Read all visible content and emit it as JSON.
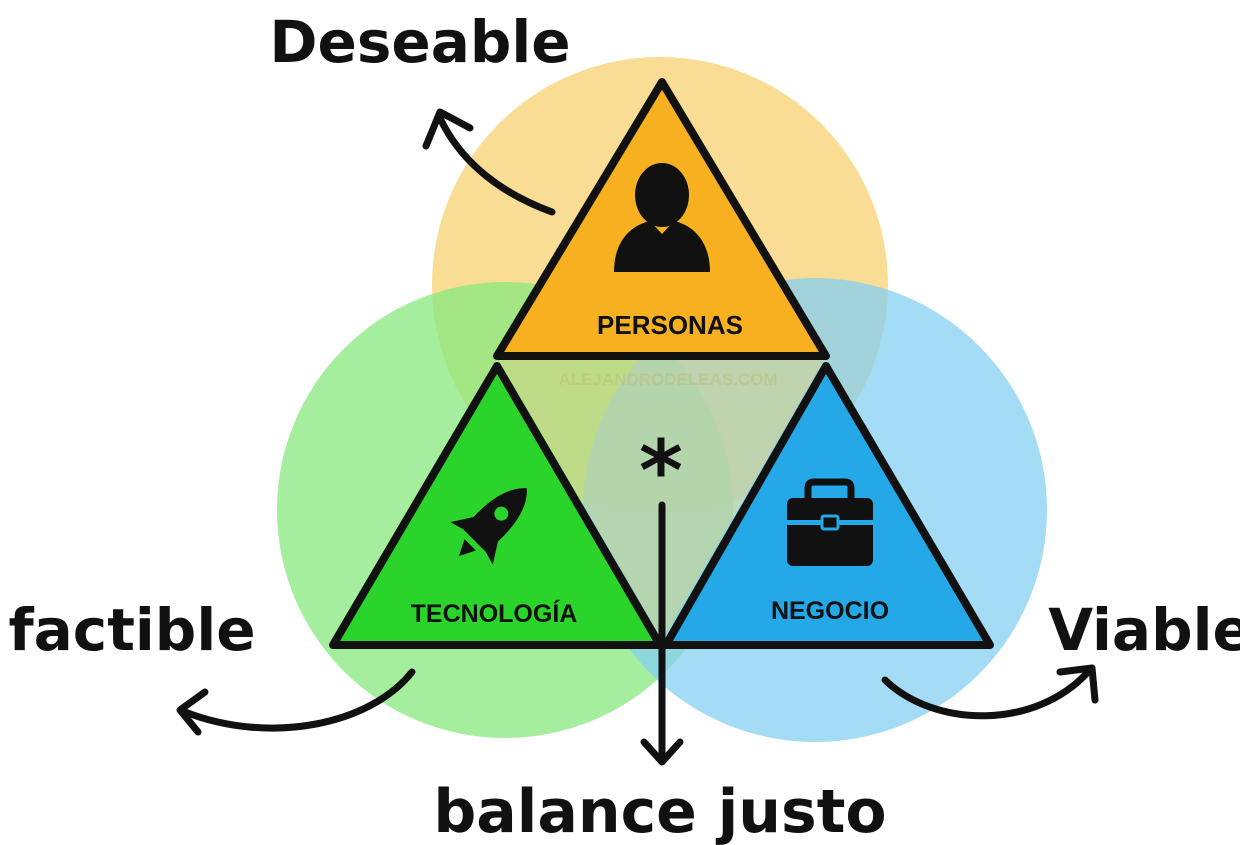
{
  "labels": {
    "top": "Deseable",
    "left": "factible",
    "right": "Viable",
    "bottom": "balance justo"
  },
  "triangles": {
    "top": {
      "label": "PERSONAS",
      "icon": "person-icon",
      "color": "#f6b020"
    },
    "left": {
      "label": "TECNOLOGÍA",
      "icon": "rocket-icon",
      "color": "#2bd42b"
    },
    "right": {
      "label": "NEGOCIO",
      "icon": "briefcase-icon",
      "color": "#24a8e8"
    }
  },
  "center": {
    "symbol": "*"
  },
  "watermark": "ALEJANDRODELEAS.COM",
  "colors": {
    "circle_top": "#f8d98a",
    "circle_left": "#86e87e",
    "circle_right": "#86cff2",
    "outline": "#111111"
  }
}
